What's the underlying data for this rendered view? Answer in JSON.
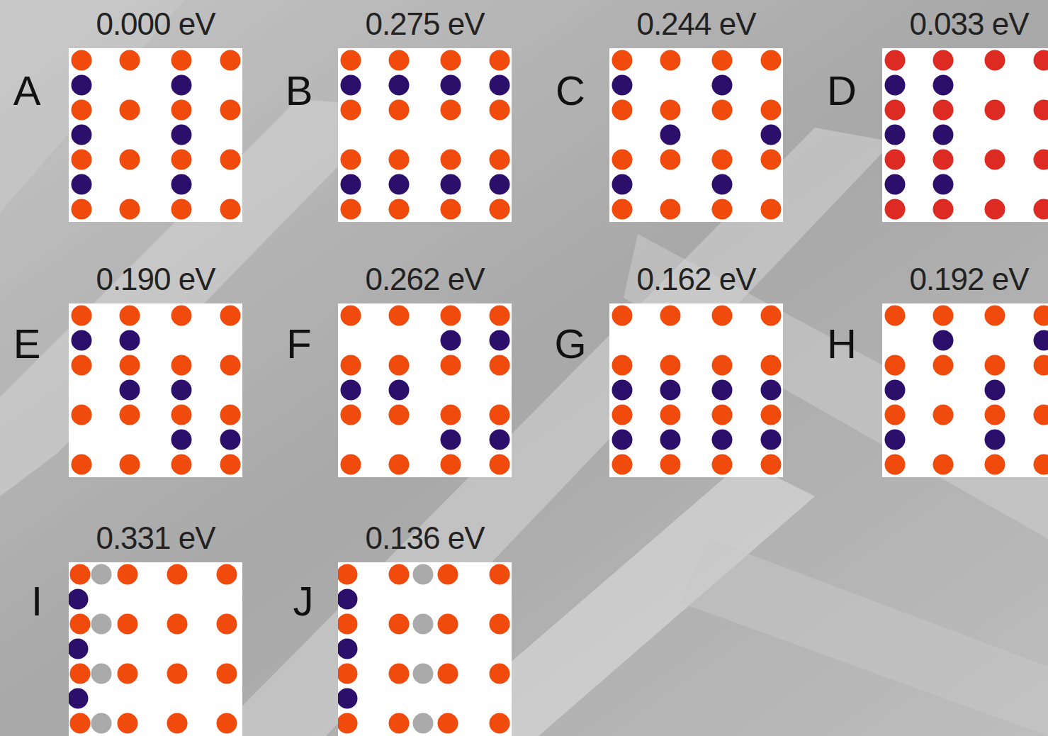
{
  "diagram": {
    "nodes": [
      {
        "text": [
          "0.000 eV"
        ]
      },
      {
        "text": [
          "0.275 eV"
        ]
      },
      {
        "text": [
          "0.244 eV"
        ]
      },
      {
        "text": [
          "0.033 eV"
        ]
      },
      {
        "text": [
          "0.190 eV"
        ]
      },
      {
        "text": [
          "0.262 eV"
        ]
      },
      {
        "text": [
          "0.162 eV"
        ]
      },
      {
        "text": [
          "0.192 eV"
        ]
      },
      {
        "text": [
          "0.331 eV"
        ]
      },
      {
        "text": [
          "0.136 eV"
        ]
      }
    ],
    "labels": [
      "A",
      "B",
      "C",
      "D",
      "E",
      "F",
      "G",
      "H",
      "I",
      "J"
    ]
  }
}
